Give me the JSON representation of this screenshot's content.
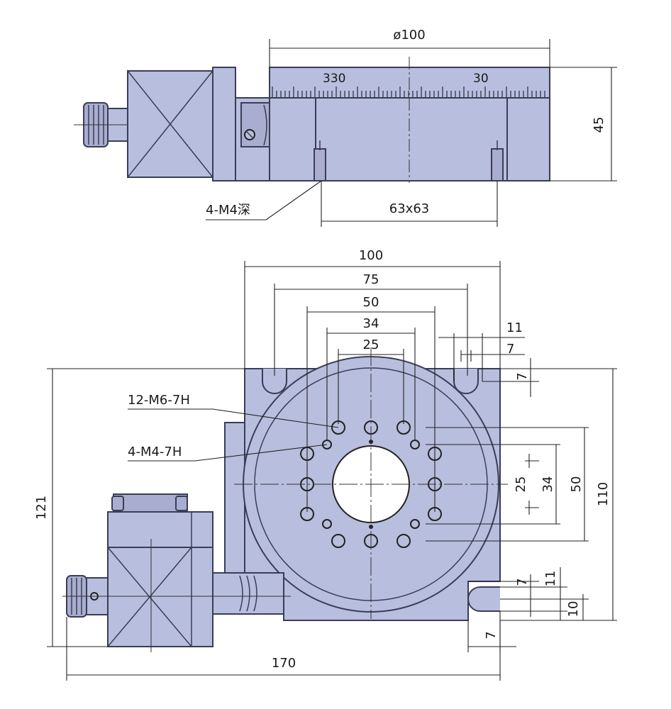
{
  "top_view": {
    "dim_diameter": "ø100",
    "dim_height": "45",
    "dim_square": "63x63",
    "scale_left": "330",
    "scale_right": "30",
    "callout_mount": "4-M4深"
  },
  "plan_view": {
    "dim_100": "100",
    "dim_75": "75",
    "dim_50": "50",
    "dim_34": "34",
    "dim_25": "25",
    "dim_11_top": "11",
    "dim_7_top": "7",
    "dim_7_side": "7",
    "dim_right_25": "25",
    "dim_right_34": "34",
    "dim_right_50": "50",
    "dim_right_110": "110",
    "dim_121": "121",
    "dim_170": "170",
    "dim_7_bottom_slot": "7",
    "dim_11_bottom": "11",
    "dim_10_bottom": "10",
    "dim_7_bottom": "7",
    "callout_holes_m6": "12-M6-7H",
    "callout_holes_m4": "4-M4-7H"
  }
}
